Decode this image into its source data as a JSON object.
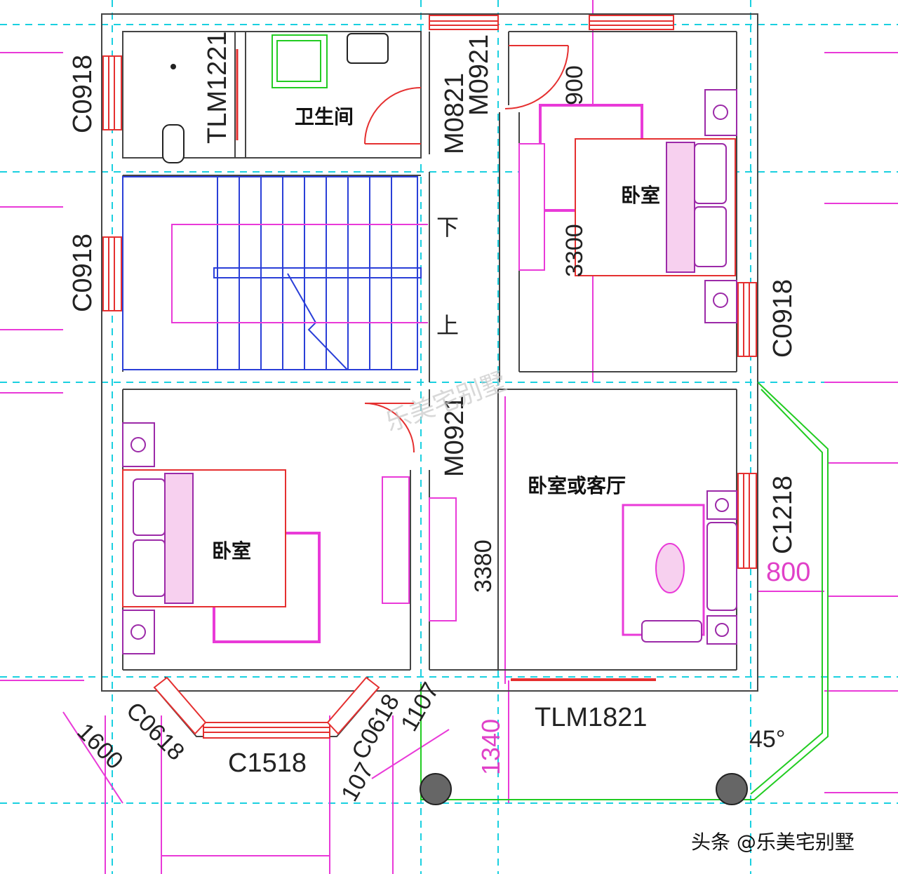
{
  "rooms": {
    "bathroom": "卫生间",
    "bedroom_ne": "卧室",
    "bedroom_sw": "卧室",
    "living": "卧室或客厅"
  },
  "stairs": {
    "down": "下",
    "up": "上"
  },
  "codes": {
    "c0918_a": "C0918",
    "c0918_b": "C0918",
    "c0918_c": "C0918",
    "tlm1221": "TLM1221",
    "m0821": "M0821",
    "m0921_top": "M0921",
    "m0921_mid": "M0921",
    "c1218": "C1218",
    "tlm1821": "TLM1821",
    "c0618_l": "C0618",
    "c0618_r": "C0618",
    "c1518": "C1518"
  },
  "dimensions": {
    "d900": "900",
    "d3300": "3300",
    "d3380": "3380",
    "d800": "800",
    "d1340": "1340",
    "d1107": "1107",
    "d1600": "1600",
    "d107": "107",
    "angle": "45°"
  },
  "watermarks": {
    "center": "乐美宅别墅",
    "corner": "头条 @乐美宅别墅"
  }
}
